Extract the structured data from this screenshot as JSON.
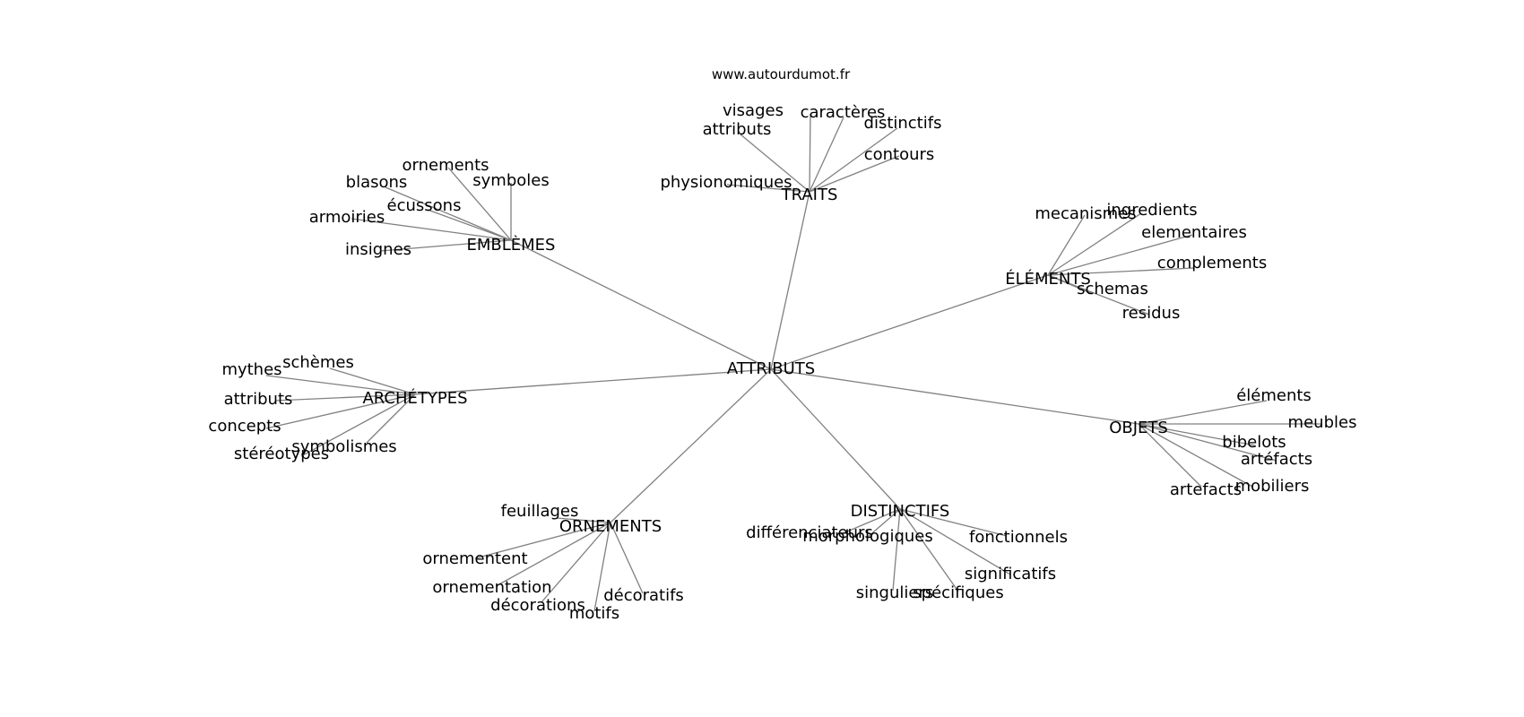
{
  "watermark": "www.autourdumot.fr",
  "graph": {
    "root": "ATTRIBUTS",
    "clusters": [
      {
        "label": "TRAITS",
        "leaves": [
          "visages",
          "caractères",
          "attributs",
          "distinctifs",
          "contours",
          "physionomiques"
        ]
      },
      {
        "label": "EMBLÈMES",
        "leaves": [
          "ornements",
          "blasons",
          "symboles",
          "écussons",
          "armoiries",
          "insignes"
        ]
      },
      {
        "label": "ÉLÉMENTS",
        "leaves": [
          "mecanismes",
          "ingredients",
          "elementaires",
          "complements",
          "schemas",
          "residus"
        ]
      },
      {
        "label": "ARCHÉTYPES",
        "leaves": [
          "schèmes",
          "mythes",
          "attributs",
          "concepts",
          "symbolismes",
          "stéréotypes"
        ]
      },
      {
        "label": "OBJETS",
        "leaves": [
          "éléments",
          "meubles",
          "bibelots",
          "artéfacts",
          "mobiliers",
          "artefacts"
        ]
      },
      {
        "label": "ORNEMENTS",
        "leaves": [
          "feuillages",
          "ornementent",
          "ornementation",
          "décoratifs",
          "décorations",
          "motifs"
        ]
      },
      {
        "label": "DISTINCTIFS",
        "leaves": [
          "différenciateurs",
          "morphologiques",
          "fonctionnels",
          "significatifs",
          "singuliers",
          "spécifiques"
        ]
      }
    ]
  }
}
